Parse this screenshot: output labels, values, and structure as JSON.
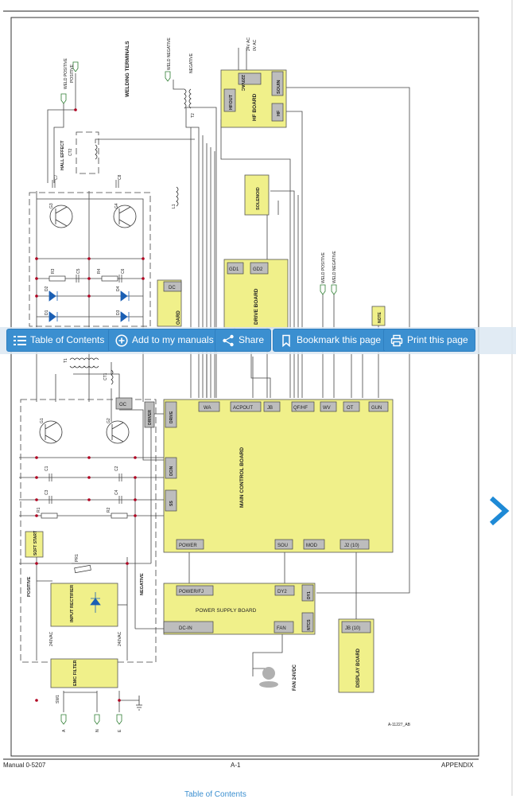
{
  "toolbar": {
    "toc_label": "Table of Contents",
    "add_label": "Add to my manuals",
    "share_label": "Share",
    "bookmark_label": "Bookmark this page",
    "print_label": "Print this page"
  },
  "footer": {
    "left": "Manual 0-5207",
    "center": "A-1",
    "right": "APPENDIX",
    "toc_link": "Table of Contents"
  },
  "diagram": {
    "drawing_id": "A-11227_AB",
    "welding_terminals": "WELDING TERMINALS",
    "weld_positive": "WELD POSITIVE",
    "weld_negative": "WELD NEGATIVE",
    "positive": "POSITIVE",
    "negative": "NEGATIVE",
    "hall_effect": "HALL EFFECT",
    "hf_board": "HF BOARD",
    "hfout": "HFOUT",
    "v220ac": "220VAC",
    "souin": "SOUIN",
    "hf": "HF",
    "v24ac": "24V AC",
    "v0ac": "0V AC",
    "solenoid": "SOLENOID",
    "gd1": "GD1",
    "gd2": "GD2",
    "drive_board": "DRIVE BOARD",
    "dc": "DC",
    "oard": "OARD",
    "remote": "NOTE",
    "main_control_board": "MAIN CONTROL BOARD",
    "wa": "WA",
    "acpout": "ACPOUT",
    "jb": "JB",
    "qfhf": "QF/HF",
    "wv": "WV",
    "ot": "OT",
    "gun": "GUN",
    "driver": "DRIVER",
    "drive": "DRIVE",
    "dcin": "DCIN",
    "ss": "SS",
    "oc": "OC",
    "power": "POWER",
    "sou": "SOU",
    "mod": "MOD",
    "j2": "J2 (10)",
    "power_supply_board": "POWER SUPPLY BOARD",
    "powerfj": "POWER/FJ",
    "dy2": "DY2",
    "dy1": "DY1",
    "dcin2": "DC-IN",
    "fan": "FAN",
    "ntcs": "NTCS",
    "jb10": "JB (10)",
    "display_board": "DISPLAY BOARD",
    "fan_label": "FAN 24VDC",
    "soft_start": "SOFT START",
    "input_rectifier": "INPUT RECTIFIER",
    "emc_filter": "EMC FILTER",
    "v240": "240VAC",
    "sw1": "SW1",
    "t1": "T1",
    "t2": "T2",
    "l1": "L1",
    "ct1": "CT1",
    "ct2": "CT2",
    "g1": "G1",
    "g2": "G2",
    "g3": "G3",
    "g4": "G4",
    "r1": "R1",
    "r2": "R2",
    "r3": "R3",
    "r4": "R4",
    "c1": "C1",
    "c2": "C2",
    "c3": "C3",
    "c4": "C4",
    "c5": "C5",
    "c6": "C6",
    "c7": "C7",
    "c8": "C8",
    "d1": "D1",
    "d2": "D2",
    "d3": "D3",
    "d4": "D4",
    "a": "A",
    "n": "N",
    "e": "E",
    "pr1": "PR1"
  },
  "colors": {
    "board_fill": "#f0f08a",
    "board_stroke": "#555555",
    "toolbar_button": "#3b8fd0",
    "accent": "#1e8ad6"
  }
}
